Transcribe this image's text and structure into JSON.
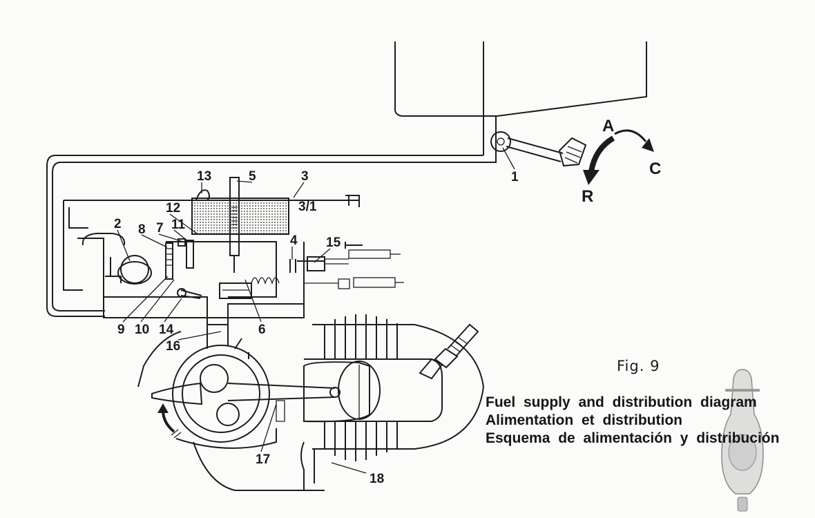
{
  "figure_label": "Fig. 9",
  "captions": [
    "Fuel supply and distribution diagram",
    "Alimentation et distribution",
    "Esquema de alimentación y distribución"
  ],
  "callouts": {
    "c1": "1",
    "c2": "2",
    "c3": "3",
    "c3_1": "3/1",
    "c4": "4",
    "c5": "5",
    "c6": "6",
    "c7": "7",
    "c8": "8",
    "c9": "9",
    "c10": "10",
    "c11": "11",
    "c12": "12",
    "c13": "13",
    "c14": "14",
    "c15": "15",
    "c16": "16",
    "c17": "17",
    "c18": "18"
  },
  "tap_positions": {
    "A": "A",
    "C": "C",
    "R": "R"
  }
}
